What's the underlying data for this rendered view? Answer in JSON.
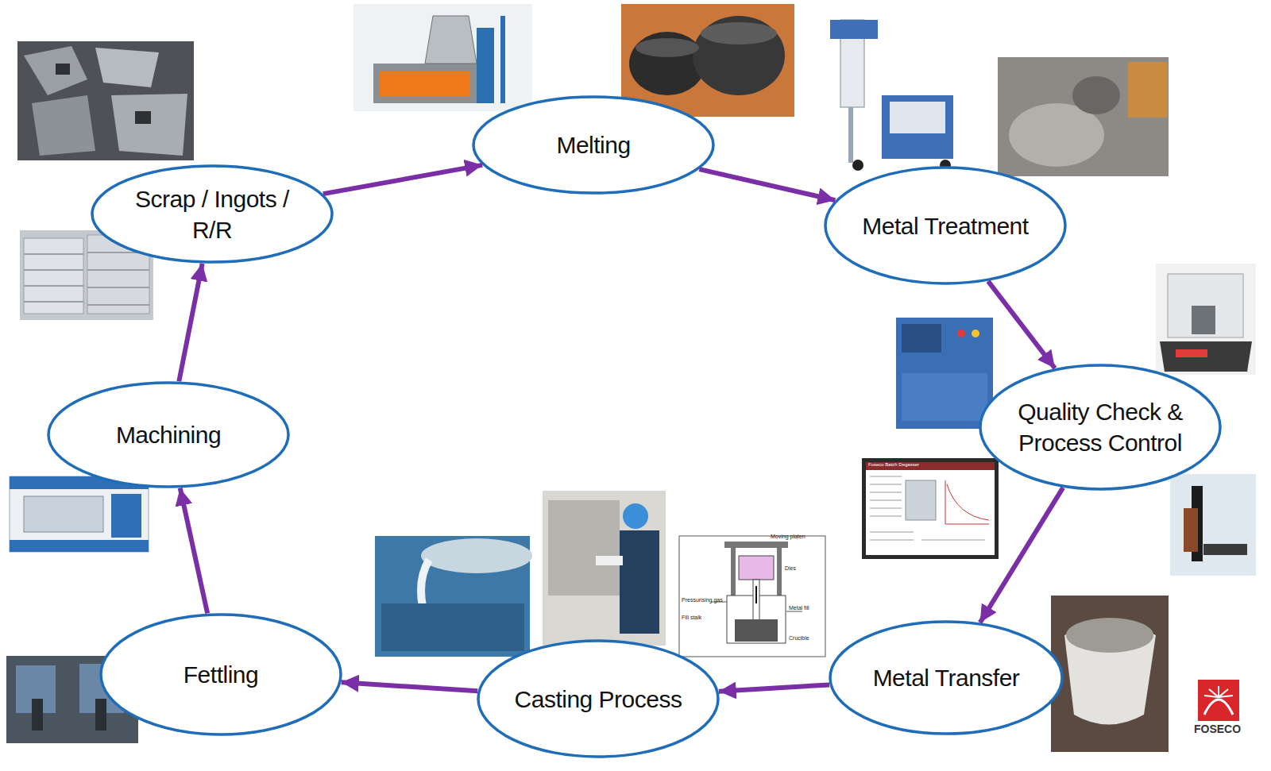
{
  "diagram": {
    "nodes": [
      {
        "text": [
          "Scrap / Ingots / R/R"
        ]
      },
      {
        "text": [
          "Melting"
        ]
      },
      {
        "text": [
          "Metal Treatment"
        ]
      },
      {
        "text": [
          "Quality Check & Process Control"
        ]
      },
      {
        "text": [
          "Metal Transfer"
        ]
      },
      {
        "text": [
          "Casting Process"
        ]
      },
      {
        "text": [
          "Fettling"
        ]
      },
      {
        "text": [
          "Machining"
        ]
      }
    ],
    "edges": [
      {
        "from": 0,
        "to": 1,
        "arrow": "to"
      },
      {
        "from": 1,
        "to": 2,
        "arrow": "to"
      },
      {
        "from": 2,
        "to": 3,
        "arrow": "to"
      },
      {
        "from": 3,
        "to": 4,
        "arrow": "to"
      },
      {
        "from": 4,
        "to": 5,
        "arrow": "to"
      },
      {
        "from": 5,
        "to": 6,
        "arrow": "to"
      },
      {
        "from": 6,
        "to": 7,
        "arrow": "to"
      },
      {
        "from": 7,
        "to": 0,
        "arrow": "to"
      }
    ],
    "labels": [
      "Moving platen",
      "Dies",
      "Pressurising gas",
      "Fill stalk",
      "Metal fill",
      "Crucible",
      "Foseco Batch Degasser",
      "FOSECO"
    ]
  }
}
